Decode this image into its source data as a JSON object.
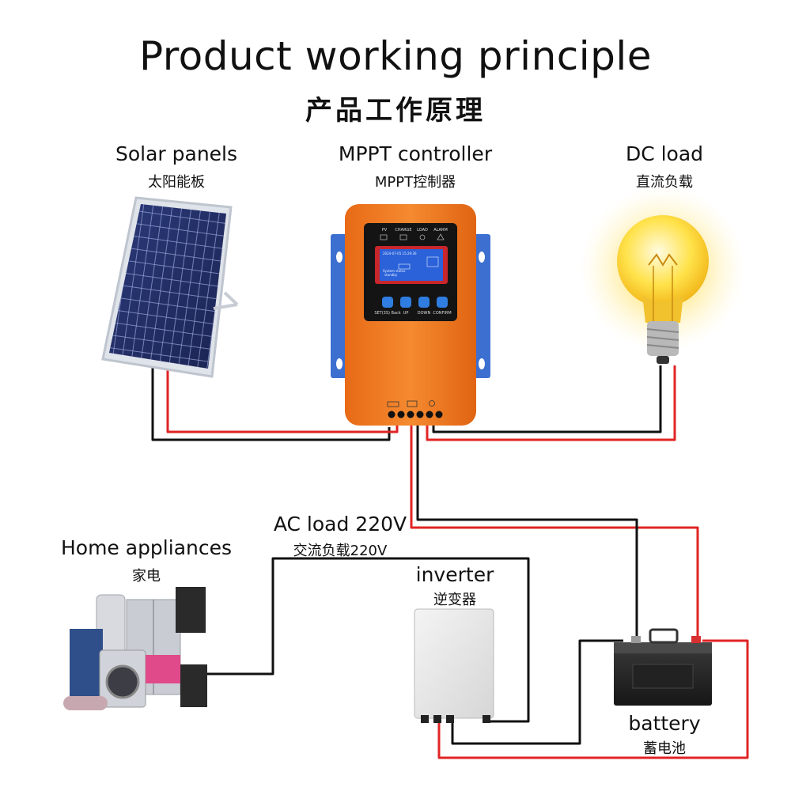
{
  "title": "Product working principle",
  "subtitle": "产品工作原理",
  "solar": {
    "label_en": "Solar panels",
    "label_cn": "太阳能板"
  },
  "controller": {
    "label_en": "MPPT controller",
    "label_cn": "MPPT控制器",
    "indicators": [
      "PV",
      "CHARGE",
      "LOAD",
      "ALARM"
    ],
    "buttons": [
      "SET(3S)\nBack",
      "UP",
      "DOWN",
      "CONFIRM"
    ],
    "lcd_time": "2024-07-05  15:29:36",
    "lcd_lines": [
      "System status",
      "standby"
    ]
  },
  "dc_load": {
    "label_en": "DC load",
    "label_cn": "直流负载"
  },
  "ac_load": {
    "label_en": "AC load 220V",
    "label_cn": "交流负载220V"
  },
  "home": {
    "label_en": "Home appliances",
    "label_cn": "家电"
  },
  "inverter": {
    "label_en": "inverter",
    "label_cn": "逆变器"
  },
  "battery": {
    "label_en": "battery",
    "label_cn": "蓄电池"
  },
  "colors": {
    "positive_wire": "#e02424",
    "negative_wire": "#111111",
    "controller_body": "#f07a22",
    "controller_bracket": "#3d6fd0"
  }
}
